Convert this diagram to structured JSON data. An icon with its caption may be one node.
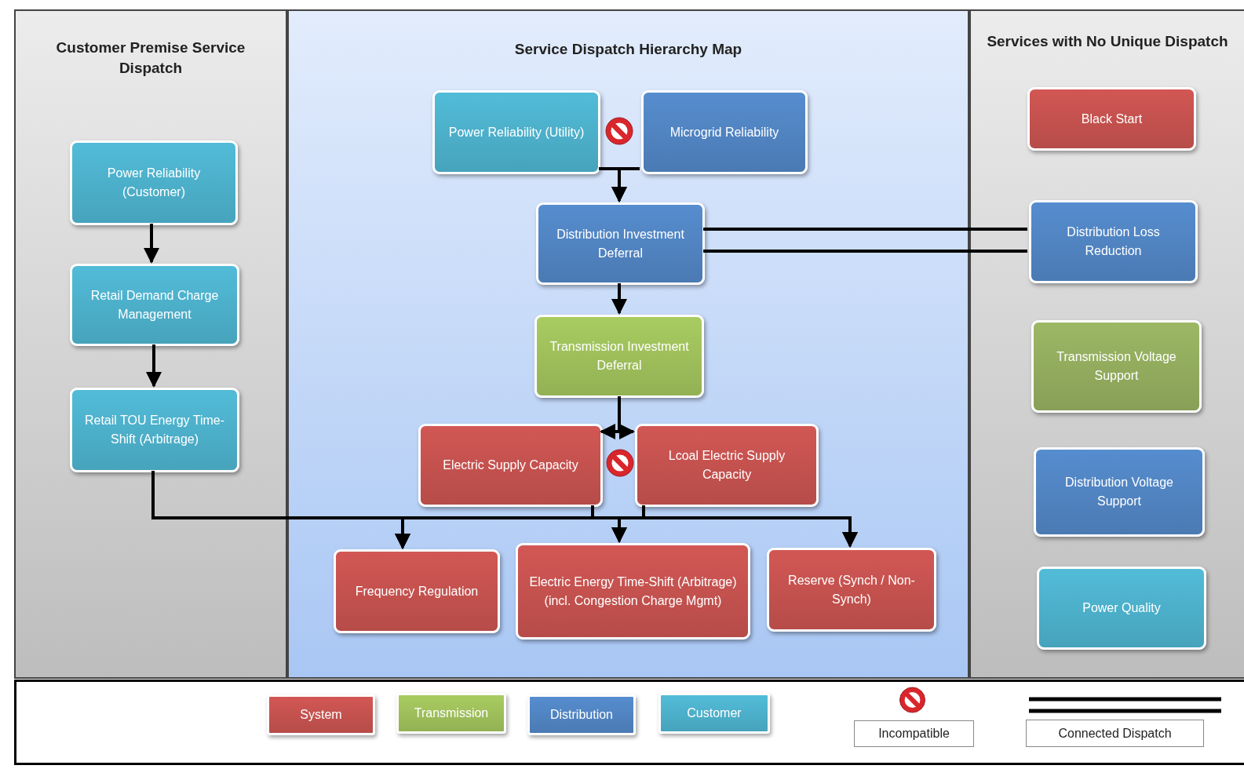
{
  "diagram": {
    "nodes": [
      {
        "text": [
          "Customer Premise Service Dispatch"
        ]
      },
      {
        "text": [
          "Service Dispatch Hierarchy Map"
        ]
      },
      {
        "text": [
          "Services with No Unique Dispatch"
        ]
      },
      {
        "text": [
          "Power Reliability (Customer)"
        ],
        "in": 0
      },
      {
        "text": [
          "Retail Demand Charge Management"
        ],
        "in": 0
      },
      {
        "text": [
          "Retail TOU Energy Time-Shift (Arbitrage)"
        ],
        "in": 0
      },
      {
        "text": [
          "Power Reliability (Utility)"
        ],
        "in": 1
      },
      {
        "text": [
          "Microgrid Reliability"
        ],
        "in": 1
      },
      {
        "text": [
          "Distribution Investment Deferral"
        ],
        "in": 1
      },
      {
        "text": [
          "Transmission Investment Deferral"
        ],
        "in": 1
      },
      {
        "text": [
          "Electric Supply Capacity"
        ],
        "in": 1
      },
      {
        "text": [
          "Lcoal Electric Supply Capacity"
        ],
        "in": 1
      },
      {
        "text": [
          "Frequency Regulation"
        ],
        "in": 1
      },
      {
        "text": [
          "Electric Energy Time-Shift (Arbitrage) (incl. Congestion Charge Mgmt)"
        ],
        "in": 1
      },
      {
        "text": [
          "Reserve (Synch / Non-Synch)"
        ],
        "in": 1
      },
      {
        "text": [
          "Black Start"
        ],
        "in": 2
      },
      {
        "text": [
          "Distribution Loss Reduction"
        ],
        "in": 2
      },
      {
        "text": [
          "Transmission Voltage Support"
        ],
        "in": 2
      },
      {
        "text": [
          "Distribution Voltage Support"
        ],
        "in": 2
      },
      {
        "text": [
          "Power Quality"
        ],
        "in": 2
      }
    ],
    "edges": [
      {
        "from": 3,
        "to": 4,
        "arrow": "to"
      },
      {
        "from": 4,
        "to": 5,
        "arrow": "to"
      },
      {
        "from": 6,
        "to": 8,
        "arrow": "to"
      },
      {
        "from": 7,
        "to": 8,
        "arrow": "to"
      },
      {
        "from": 8,
        "to": 9,
        "arrow": "to"
      },
      {
        "from": 9,
        "to": 10,
        "arrow": "to"
      },
      {
        "from": 9,
        "to": 11,
        "arrow": "to"
      },
      {
        "from": 10,
        "to": 12,
        "arrow": "to"
      },
      {
        "from": 10,
        "to": 13,
        "arrow": "to"
      },
      {
        "from": 10,
        "to": 14,
        "arrow": "to"
      },
      {
        "from": 11,
        "to": 12,
        "arrow": "to"
      },
      {
        "from": 11,
        "to": 13,
        "arrow": "to"
      },
      {
        "from": 11,
        "to": 14,
        "arrow": "to"
      },
      {
        "from": 5,
        "to": 12,
        "arrow": "to"
      },
      {
        "from": 8,
        "to": 16,
        "arrow": "none"
      }
    ],
    "legend": [
      {
        "text": "System",
        "color": "#c0504d"
      },
      {
        "text": "Transmission",
        "color": "#9bbb59"
      },
      {
        "text": "Distribution",
        "color": "#4f81bd"
      },
      {
        "text": "Customer",
        "color": "#4bacc6"
      },
      {
        "text": "Incompatible"
      },
      {
        "text": "Connected Dispatch"
      }
    ]
  }
}
